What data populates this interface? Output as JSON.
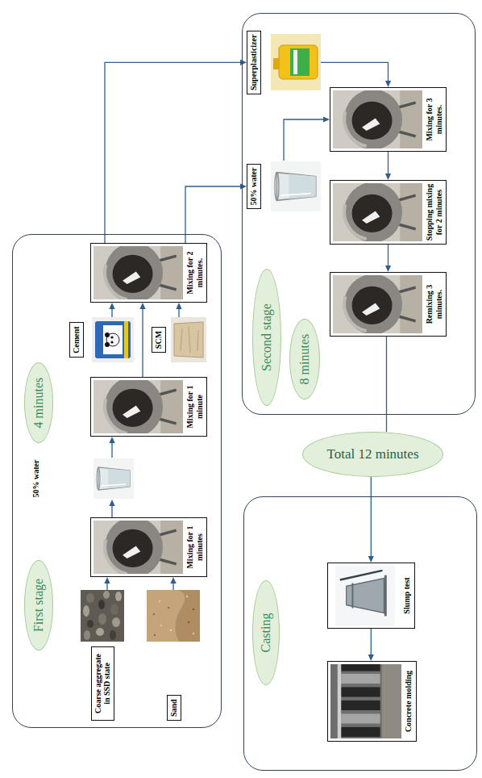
{
  "diagram": {
    "nodes": [
      {
        "text": [
          "First stage",
          "4 minutes"
        ]
      },
      {
        "text": [
          "Coarse aggregate in SSD state"
        ],
        "in": 0
      },
      {
        "text": [
          "Sand"
        ],
        "in": 0
      },
      {
        "text": [
          "Mixing for 1 minutes"
        ],
        "in": 0
      },
      {
        "text": [
          "50% water"
        ],
        "in": 0
      },
      {
        "text": [
          "Mixing for 1 minute"
        ],
        "in": 0
      },
      {
        "text": [
          "Cement"
        ],
        "in": 0
      },
      {
        "text": [
          "SCM"
        ],
        "in": 0
      },
      {
        "text": [
          "Mixing for 2 minutes."
        ],
        "in": 0
      },
      {
        "text": [
          "Second stage",
          "8 minutes"
        ]
      },
      {
        "text": [
          "Superplasticizer"
        ],
        "in": 9
      },
      {
        "text": [
          "50% water"
        ],
        "in": 9
      },
      {
        "text": [
          "Mixing for 3 minutes."
        ],
        "in": 9
      },
      {
        "text": [
          "Stopping mixing for 2 minutes"
        ],
        "in": 9
      },
      {
        "text": [
          "Remixing 3 minutes."
        ],
        "in": 9
      },
      {
        "text": [
          "Total 12 minutes"
        ]
      },
      {
        "text": [
          "Casting"
        ]
      },
      {
        "text": [
          "Slump test"
        ],
        "in": 16
      },
      {
        "text": [
          "Concrete molding"
        ],
        "in": 16
      }
    ],
    "edges": [
      {
        "from": 1,
        "to": 3,
        "arrow": "to"
      },
      {
        "from": 2,
        "to": 3,
        "arrow": "to"
      },
      {
        "from": 3,
        "to": 4,
        "arrow": "to"
      },
      {
        "from": 4,
        "to": 5,
        "arrow": "to"
      },
      {
        "from": 5,
        "to": 8,
        "arrow": "to"
      },
      {
        "from": 6,
        "to": 8,
        "arrow": "to"
      },
      {
        "from": 7,
        "to": 8,
        "arrow": "to"
      },
      {
        "from": 8,
        "to": 10,
        "arrow": "to"
      },
      {
        "from": 8,
        "to": 11,
        "arrow": "to"
      },
      {
        "from": 10,
        "to": 12,
        "arrow": "to"
      },
      {
        "from": 11,
        "to": 12,
        "arrow": "to"
      },
      {
        "from": 12,
        "to": 13,
        "arrow": "to"
      },
      {
        "from": 13,
        "to": 14,
        "arrow": "to"
      },
      {
        "from": 14,
        "to": 15,
        "arrow": "none"
      },
      {
        "from": 15,
        "to": 17,
        "arrow": "to"
      },
      {
        "from": 17,
        "to": 18,
        "arrow": "to"
      }
    ]
  }
}
